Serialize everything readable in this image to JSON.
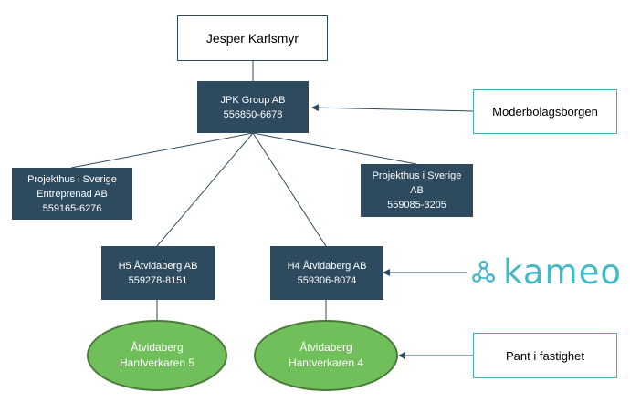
{
  "nodes": {
    "owner": {
      "line1": "Jesper Karlsmyr"
    },
    "jpk": {
      "line1": "JPK Group AB",
      "line2": "556850-6678"
    },
    "projekthus_entreprenad": {
      "line1": "Projekthus i Sverige",
      "line2": "Entreprenad AB",
      "line3": "559165-6276"
    },
    "projekthus_ab": {
      "line1": "Projekthus i Sverige",
      "line2": "AB",
      "line3": "559085-3205"
    },
    "h5": {
      "line1": "H5 Åtvidaberg AB",
      "line2": "559278-8151"
    },
    "h4": {
      "line1": "H4 Åtvidaberg AB",
      "line2": "559306-8074"
    },
    "property5": {
      "line1": "Åtvidaberg",
      "line2": "Hantverkaren 5"
    },
    "property4": {
      "line1": "Åtvidaberg",
      "line2": "Hantverkaren 4"
    }
  },
  "annotations": {
    "parent_guarantee": "Moderbolagsborgen",
    "mortgage": "Pant i fastighet"
  },
  "logo": {
    "text": "kameo",
    "icon": "kameo-logo-icon",
    "color": "#44b9c8"
  },
  "colors": {
    "box": "#2e4a5e",
    "ellipse": "#70bf5a",
    "accent": "#4bb0b5"
  }
}
